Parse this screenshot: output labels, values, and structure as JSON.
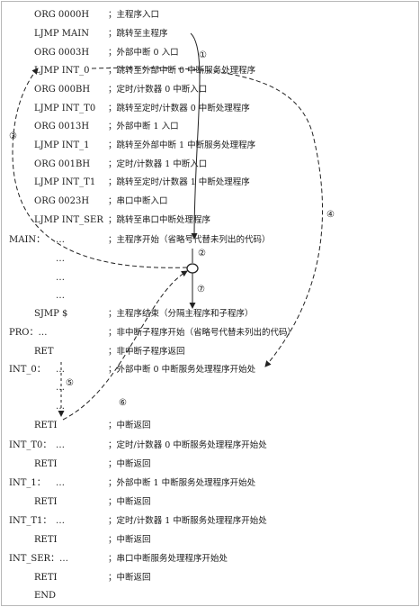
{
  "lines": [
    {
      "label": "",
      "instr": "ORG  0000H",
      "comment": "；主程序入口"
    },
    {
      "label": "",
      "instr": "LJMP MAIN",
      "comment": "；跳转至主程序"
    },
    {
      "label": "",
      "instr": "ORG  0003H",
      "comment": "；外部中断 0 入口"
    },
    {
      "label": "",
      "instr": "LJMP INT_0",
      "comment": "；跳转至外部中断 0 中断服务处理程序"
    },
    {
      "label": "",
      "instr": "ORG  000BH",
      "comment": "；定时/计数器 0 中断入口"
    },
    {
      "label": "",
      "instr": "LJMP INT_T0",
      "comment": "；跳转至定时/计数器 0 中断处理程序"
    },
    {
      "label": "",
      "instr": "ORG  0013H",
      "comment": "；外部中断 1 入口"
    },
    {
      "label": "",
      "instr": "LJMP INT_1",
      "comment": "；跳转至外部中断 1 中断服务处理程序"
    },
    {
      "label": "",
      "instr": "ORG  001BH",
      "comment": "；定时/计数器 1 中断入口"
    },
    {
      "label": "",
      "instr": "LJMP INT_T1",
      "comment": "；跳转至定时/计数器 1 中断处理程序"
    },
    {
      "label": "",
      "instr": "ORG  0023H",
      "comment": "；串口中断入口"
    },
    {
      "label": "",
      "instr": "LJMP INT_SER",
      "comment": "；跳转至串口中断处理程序"
    },
    {
      "label": "MAIN：",
      "instr": "…",
      "comment": "；主程序开始（省略号代替未列出的代码）"
    },
    {
      "label": "",
      "instr": "…",
      "comment": ""
    },
    {
      "label": "",
      "instr": "…",
      "comment": ""
    },
    {
      "label": "",
      "instr": "…",
      "comment": ""
    },
    {
      "label": "",
      "instr": "SJMP $",
      "comment": "；主程序结束（分隔主程序和子程序）"
    },
    {
      "label": "PRO：…",
      "instr": "",
      "comment": "；非中断子程序开始（省略号代替未列出的代码）"
    },
    {
      "label": "",
      "instr": "RET",
      "comment": "；非中断子程序返回"
    },
    {
      "label": "INT_0：",
      "instr": "…",
      "comment": "；外部中断 0 中断服务处理程序开始处"
    },
    {
      "label": "",
      "instr": "…",
      "comment": ""
    },
    {
      "label": "",
      "instr": "…",
      "comment": ""
    },
    {
      "label": "",
      "instr": "RETI",
      "comment": "；中断返回"
    },
    {
      "label": "INT_T0：",
      "instr": "…",
      "comment": "；定时/计数器 0 中断服务处理程序开始处"
    },
    {
      "label": "",
      "instr": "RETI",
      "comment": "；中断返回"
    },
    {
      "label": "INT_1：",
      "instr": "…",
      "comment": "；外部中断 1 中断服务处理程序开始处"
    },
    {
      "label": "",
      "instr": "RETI",
      "comment": "；中断返回"
    },
    {
      "label": "INT_T1：",
      "instr": "…",
      "comment": "；定时/计数器 1 中断服务处理程序开始处"
    },
    {
      "label": "",
      "instr": "RETI",
      "comment": "；中断返回"
    },
    {
      "label": "INT_SER：…",
      "instr": "",
      "comment": "；串口中断服务处理程序开始处"
    },
    {
      "label": "",
      "instr": "RETI",
      "comment": "；中断返回"
    },
    {
      "label": "",
      "instr": "END",
      "comment": ""
    }
  ],
  "flow_markers": [
    "①",
    "②",
    "③",
    "④",
    "⑤",
    "⑥",
    "⑦"
  ],
  "colors": {
    "text": "#1a1a1a",
    "line": "#222222",
    "border": "#b8b8b8"
  }
}
